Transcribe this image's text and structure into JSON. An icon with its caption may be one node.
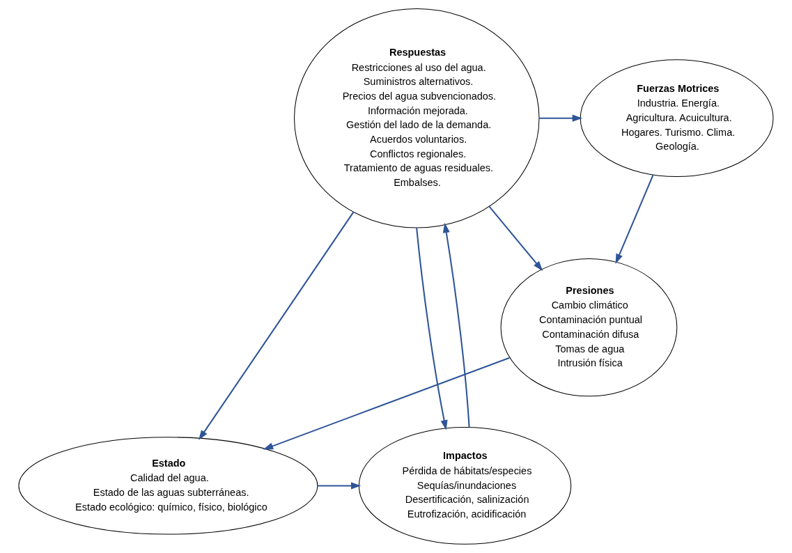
{
  "diagram": {
    "nodes": [
      {
        "text": [
          "Fuerzas Motrices",
          "Industria. Energía.",
          "Agricultura. Acuicultura.",
          "Hogares. Turismo. Clima.",
          "Geología."
        ]
      },
      {
        "text": [
          "Respuestas",
          "Restricciones al uso del agua.",
          "Suministros alternativos.",
          "Precios del agua subvencionados.",
          "Información mejorada.",
          "Gestión del lado de la demanda.",
          "Acuerdos voluntarios.",
          "Conflictos regionales.",
          "Tratamiento de aguas residuales.",
          "Embalses."
        ]
      },
      {
        "text": [
          "Presiones",
          "Cambio climático",
          "Contaminación puntual",
          "Contaminación difusa",
          "Tomas de agua",
          "Intrusión física"
        ]
      },
      {
        "text": [
          "Estado",
          "Calidad del agua.",
          "Estado de las aguas subterráneas.",
          "Estado ecológico: químico, físico, biológico"
        ]
      },
      {
        "text": [
          "Impactos",
          "Pérdida de hábitats/especies",
          "Sequías/inundaciones",
          "Desertificación, salinización",
          "Eutrofización, acidificación"
        ]
      }
    ],
    "edges": [
      {
        "from": 1,
        "to": 0,
        "arrow": "to"
      },
      {
        "from": 0,
        "to": 2,
        "arrow": "to"
      },
      {
        "from": 1,
        "to": 2,
        "arrow": "to"
      },
      {
        "from": 1,
        "to": 3,
        "arrow": "to"
      },
      {
        "from": 2,
        "to": 3,
        "arrow": "to"
      },
      {
        "from": 3,
        "to": 4,
        "arrow": "to"
      },
      {
        "from": 1,
        "to": 4,
        "arrow": "to"
      },
      {
        "from": 4,
        "to": 1,
        "arrow": "to"
      }
    ]
  }
}
